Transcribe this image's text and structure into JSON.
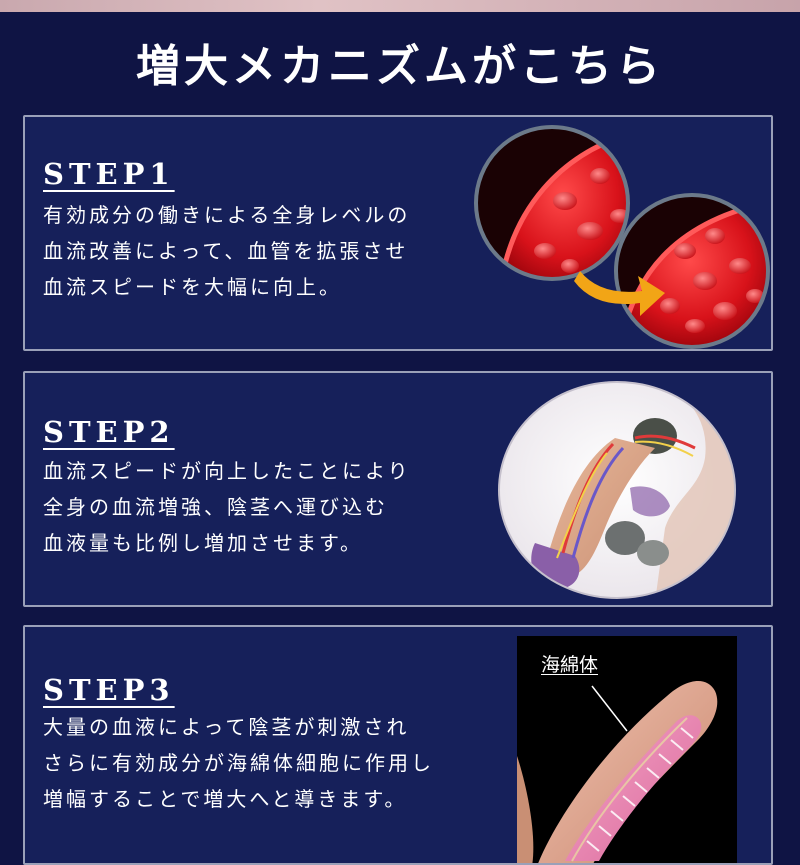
{
  "page": {
    "title": "増大メカニズムがこちら"
  },
  "colors": {
    "background": "#0f1444",
    "card_background": "#16205a",
    "card_border": "#9aa0b8",
    "text": "#ffffff",
    "blood_red": "#e0141c",
    "arrow_orange": "#f2a516"
  },
  "steps": [
    {
      "label": "STEP1",
      "lines": [
        "有効成分の働きによる全身レベルの",
        "血流改善によって、血管を拡張させ",
        "血流スピードを大幅に向上。"
      ],
      "illustration": "blood-vessel-magnified-circles"
    },
    {
      "label": "STEP2",
      "lines": [
        "血流スピードが向上したことにより",
        "全身の血流増強、陰茎へ運び込む",
        "血液量も比例し増加させます。"
      ],
      "illustration": "anatomy-blood-flow-circle"
    },
    {
      "label": "STEP3",
      "lines": [
        "大量の血液によって陰茎が刺激され",
        "さらに有効成分が海綿体細胞に作用し",
        "増幅することで増大へと導きます。"
      ],
      "illustration": "cavernous-body-cross-section",
      "illustration_label": "海綿体"
    }
  ]
}
